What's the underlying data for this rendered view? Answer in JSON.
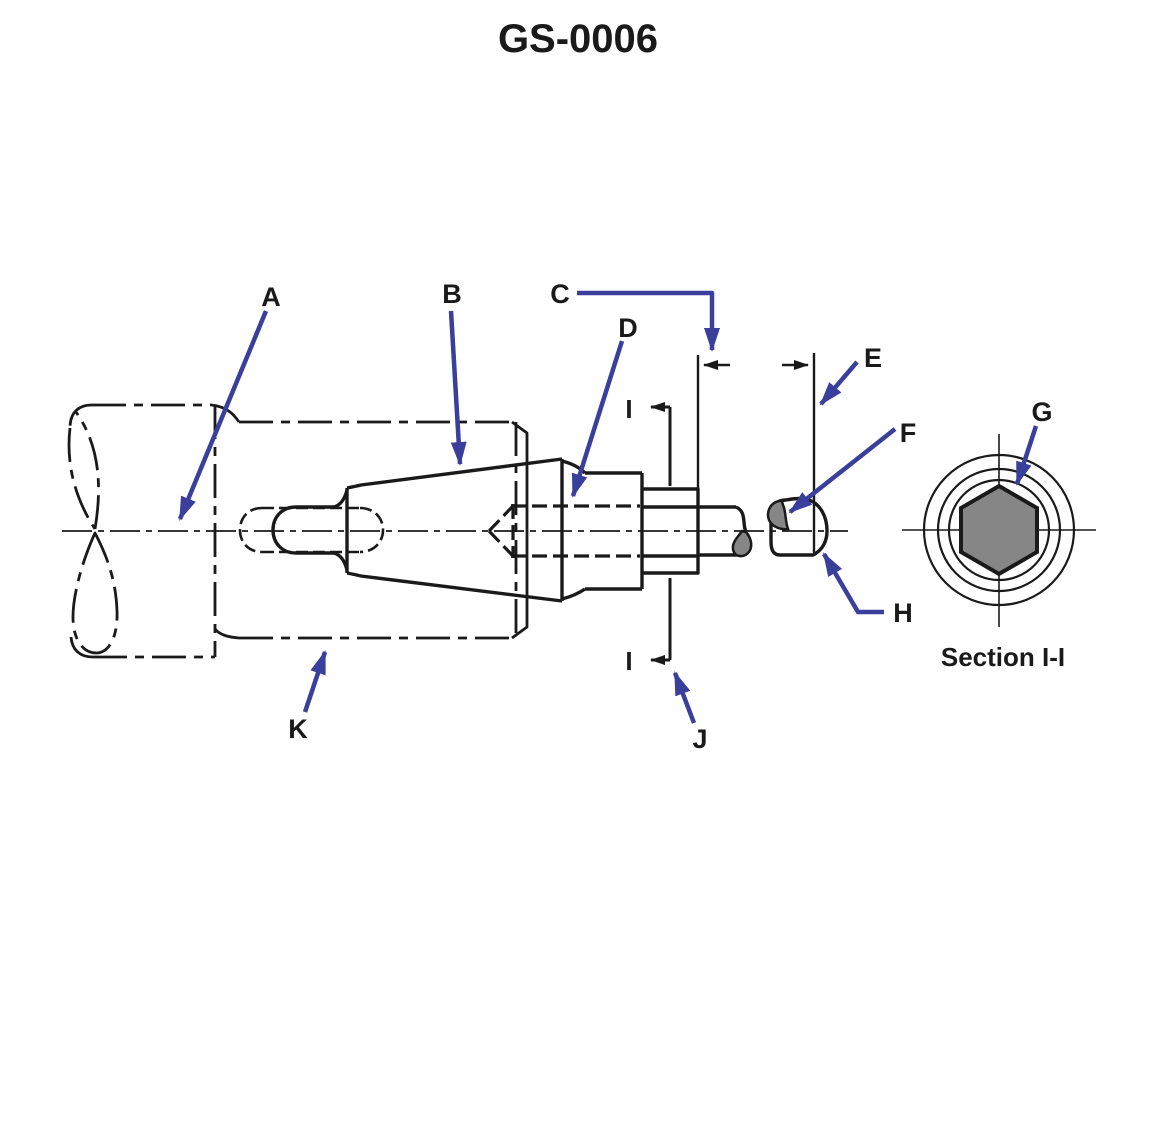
{
  "title": "GS-0006",
  "section_view": {
    "caption": "Section I-I"
  },
  "callouts": {
    "a": "A",
    "b": "B",
    "c": "C",
    "d": "D",
    "e": "E",
    "f": "F",
    "g": "G",
    "h": "H",
    "j": "J",
    "k": "K"
  },
  "cut_markers": {
    "top": "I",
    "bottom": "I"
  },
  "colors": {
    "leader_blue": "#3a3f9b",
    "part_gray": "#868686",
    "ink": "#1a1a1a"
  }
}
